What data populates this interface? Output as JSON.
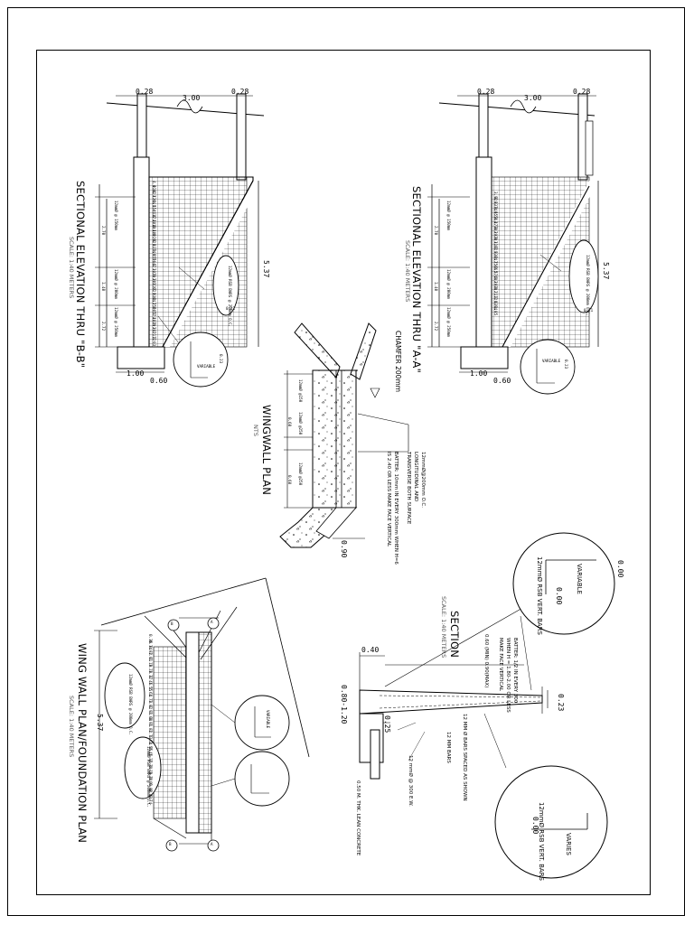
{
  "sections": {
    "bb": {
      "title": "SECTIONAL ELEVATION THRU \"B-B\"",
      "scale": "SCALE: 1:40 METERS",
      "top_dims": [
        "0.28",
        "3.00",
        "0.28"
      ],
      "height_dim": "5.37",
      "left_dims": [
        "12mmØ @ 150mm",
        "12mmØ @ 200mm",
        "12mmØ @ 250mm"
      ],
      "left_segments": [
        "2.70",
        "1.40",
        "2.72"
      ],
      "bottom_dims": [
        "1.00",
        "0.60"
      ],
      "levels": [
        "4.91",
        "4.82",
        "4.73",
        "4.64",
        "4.55",
        "4.46",
        "4.37",
        "4.28",
        "4.19",
        "4.10",
        "4.01",
        "3.92",
        "3.83",
        "3.74",
        "3.65",
        "3.56",
        "3.47",
        "3.38",
        "3.29",
        "3.20",
        "3.11",
        "3.02",
        "2.93",
        "2.84",
        "2.75",
        "2.66",
        "2.57",
        "2.48",
        "2.39",
        "2.30",
        "2.21",
        "2.12",
        "2.03"
      ],
      "callout_bars": "12mmØ RSB BARS @ 200mm O.C.",
      "callout_label": "0.21",
      "bubble_label": "VARIABLE",
      "bubble_dim": "0.23"
    },
    "aa": {
      "title": "SECTIONAL ELEVATION THRU \"A-A\"",
      "scale": "SCALE: 1:40 METERS",
      "top_dims": [
        "0.28",
        "3.00",
        "0.28"
      ],
      "height_dim": "5.37",
      "left_dims": [
        "12mmØ @ 150mm",
        "12mmØ @ 200mm",
        "12mmØ @ 250mm"
      ],
      "left_segments": [
        "2.70",
        "1.40",
        "2.72"
      ],
      "bottom_dims": [
        "1.00",
        "0.60"
      ],
      "levels": [
        "3.92",
        "3.83",
        "3.74",
        "3.65",
        "3.56",
        "3.47",
        "3.38",
        "3.29",
        "3.20",
        "3.11",
        "3.02",
        "2.93",
        "2.84",
        "2.75",
        "2.66",
        "2.57",
        "2.48",
        "2.39",
        "2.30",
        "2.21",
        "2.12",
        "2.03",
        "1.94",
        "1.85"
      ],
      "callout_bars": "12mmØ RSB BARS @ 200mm O.C.",
      "callout_label": "0.21",
      "bubble_label": "VARIABLE",
      "bubble_dim": "0.23"
    }
  },
  "wingwall_plan": {
    "title": "WINGWALL PLAN",
    "scale": "NTS",
    "chamfer": "CHAMFER 200mm",
    "notes": [
      "12mmØ@200mm O.C.",
      "LONGITUDINAL AND",
      "TRANSVERSE BOTH SURFACE",
      "BATTER: 10mm IN EVERY 300mm WHEN H=6",
      "IS 2.40 OR LESS MAKE FACE VERTICAL"
    ],
    "dims": [
      "12mmØ @150",
      "12mmØ @250",
      "12mmØ @250",
      "0.60",
      "0.60",
      "0.90"
    ]
  },
  "section": {
    "title": "SECTION",
    "scale": "SCALE: 1:40 METERS",
    "dims": [
      "0.40",
      "0.80-1.20",
      "0.25",
      "0.23"
    ],
    "notes": [
      "BATTER: 1/2 IN EVERY 300",
      "WHEN H = 1.80-2.00 OR LESS",
      "MAKE FACE VERTICAL",
      "0.60 (MIN) 0.90(MAX)",
      "12 MM Ø BARS SPACED AS SHOWN",
      "12 MM BARS",
      "12 mmØ @ 300 E.W.",
      "0.50 M. THK. LEAN CONCRETE"
    ],
    "detail_top": {
      "label": "VARIABLE",
      "bars": "12mmØ RSB VERT. BARS",
      "dims": [
        "0.00",
        "0.00"
      ]
    },
    "detail_bottom": {
      "label": "VARIES",
      "bars": "12mmØ RSB VERT. BARS",
      "dims": [
        "0.00"
      ]
    }
  },
  "foundation_plan": {
    "title": "WING WALL PLAN/FOUNDATION PLAN",
    "scale": "SCALE: 1:40 METERS",
    "height_dim": "5.37",
    "markers": [
      "B",
      "A",
      "B",
      "A"
    ],
    "levels": [
      "0.36",
      "0.74",
      "0.82",
      "1.01",
      "1.19",
      "1.28",
      "1.37",
      "1.46",
      "1.55",
      "1.64",
      "1.73",
      "1.82",
      "1.91",
      "2.00",
      "1.91",
      "1.82",
      "1.73",
      "1.64",
      "1.55",
      "1.46",
      "1.37",
      "1.28",
      "1.19",
      "1.10",
      "1.01",
      "0.92",
      "0.83",
      "0.74"
    ],
    "callouts": [
      "12mmØ RSB BARS @ 200mm O.C.",
      "12mmØ RSB BARS @ 200mm O.C."
    ],
    "bubble_label": "VARIABLE"
  }
}
